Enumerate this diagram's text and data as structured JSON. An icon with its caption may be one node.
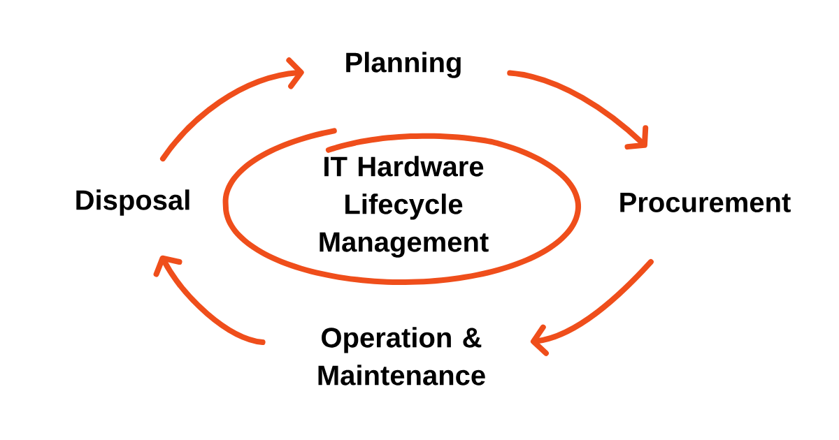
{
  "diagram": {
    "nodes": [
      {
        "text": [
          "IT Hardware Lifecycle Management"
        ]
      },
      {
        "text": [
          "Planning"
        ]
      },
      {
        "text": [
          "Procurement"
        ]
      },
      {
        "text": [
          "Operation & Maintenance"
        ]
      },
      {
        "text": [
          "Disposal"
        ]
      }
    ],
    "edges": [
      {
        "from": 1,
        "to": 2,
        "arrow": "to"
      },
      {
        "from": 2,
        "to": 3,
        "arrow": "to"
      },
      {
        "from": 3,
        "to": 4,
        "arrow": "to"
      },
      {
        "from": 4,
        "to": 1,
        "arrow": "to"
      }
    ]
  }
}
